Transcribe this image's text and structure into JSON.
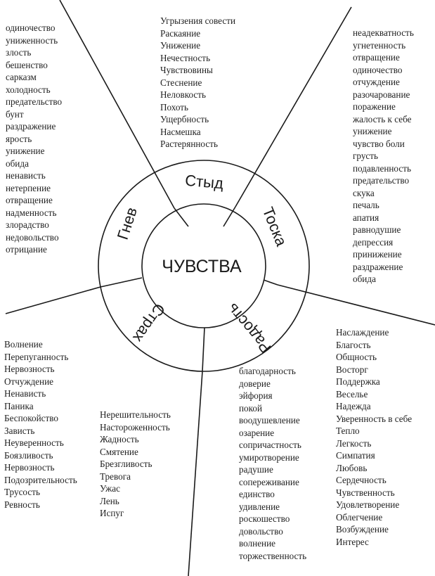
{
  "center": "ЧУВСТВА",
  "segments": {
    "shame": "Стыд",
    "sadness": "Тоска",
    "joy": "Радость",
    "fear": "Страх",
    "anger": "Гнев"
  },
  "lists": [
    {
      "name": "anger-list",
      "items": [
        "одиночество",
        "униженность",
        "злость",
        "бешенство",
        "сарказм",
        "холодность",
        "предательство",
        "бунт",
        "раздражение",
        "ярость",
        "унижение",
        "обида",
        "ненависть",
        "нетерпение",
        "отвращение",
        "надменность",
        "злорадство",
        "недовольство",
        "отрицание"
      ]
    },
    {
      "name": "shame-list",
      "items": [
        "Угрызения совести",
        "Раскаяние",
        "Унижение",
        "Нечестность",
        "Чувствовины",
        "Стеснение",
        "Неловкость",
        "Похоть",
        "Ущербность",
        "Насмешка",
        "Растерянность"
      ]
    },
    {
      "name": "sadness-list",
      "items": [
        "неадекватность",
        "угнетенность",
        "отвращение",
        "одиночество",
        "отчуждение",
        "разочарование",
        "поражение",
        "жалость к себе",
        "унижение",
        "чувство боли",
        "грусть",
        "подавленность",
        "предательство",
        "скука",
        "печаль",
        "апатия",
        "равнодушие",
        "депрессия",
        "принижение",
        "раздражение",
        "обида"
      ]
    },
    {
      "name": "fear-list-1",
      "items": [
        "Волнение",
        "Перепуганность",
        "Нервозность",
        "Отчуждение",
        "Ненависть",
        "Паника",
        "Беспокойство",
        "Зависть",
        "Неуверенность",
        "Боязливость",
        "Нервозность",
        "Подозрительность",
        "Трусость",
        "Ревность"
      ]
    },
    {
      "name": "fear-list-2",
      "items": [
        "Нерешительность",
        "Настороженность",
        "Жадность",
        "Смятение",
        "Брезгливость",
        "Тревога",
        "Ужас",
        "Лень",
        "Испуг"
      ]
    },
    {
      "name": "joy-list-1",
      "items": [
        "благодарность",
        "доверие",
        "эйфория",
        "покой",
        "воодушевление",
        "озарение",
        "сопричастность",
        "умиротворение",
        "радушие",
        "сопереживание",
        "единство",
        "удивление",
        "роскошество",
        "довольство",
        "волнение",
        "торжественность"
      ]
    },
    {
      "name": "joy-list-2",
      "items": [
        "Наслаждение",
        "Благость",
        "Общность",
        "Восторг",
        "Поддержка",
        "Веселье",
        "Надежда",
        "Уверенность в себе",
        "Тепло",
        "Легкость",
        "Симпатия",
        "Любовь",
        "Сердечность",
        "Чувственность",
        "Удовлетворение",
        "Облегчение",
        "Возбуждение",
        "Интерес"
      ]
    }
  ]
}
